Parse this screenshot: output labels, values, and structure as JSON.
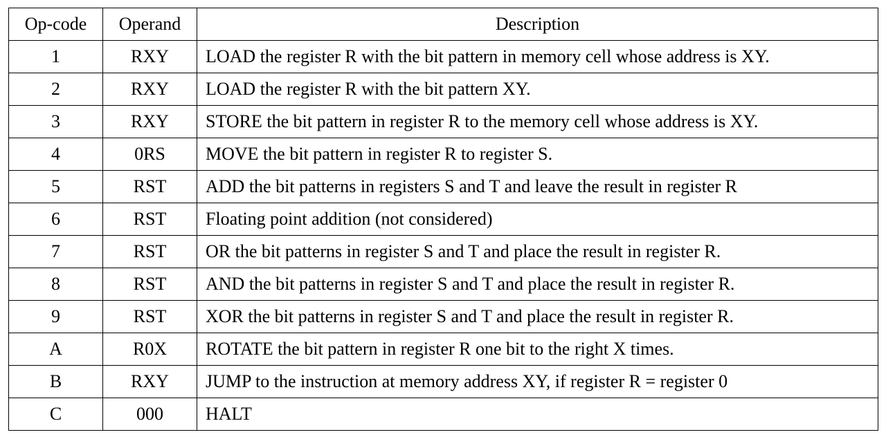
{
  "table": {
    "headers": {
      "opcode": "Op-code",
      "operand": "Operand",
      "description": "Description"
    },
    "rows": [
      {
        "opcode": "1",
        "operand": "RXY",
        "description": "LOAD the register R with the bit pattern in memory cell whose address is XY."
      },
      {
        "opcode": "2",
        "operand": "RXY",
        "description": "LOAD the register R with the bit pattern XY."
      },
      {
        "opcode": "3",
        "operand": "RXY",
        "description": "STORE the bit pattern in register R to the memory cell whose address is XY."
      },
      {
        "opcode": "4",
        "operand": "0RS",
        "description": "MOVE the bit pattern in register R to register S."
      },
      {
        "opcode": "5",
        "operand": "RST",
        "description": "ADD the bit patterns in registers S and T and leave the result in register R"
      },
      {
        "opcode": "6",
        "operand": "RST",
        "description": "Floating point addition (not considered)"
      },
      {
        "opcode": "7",
        "operand": "RST",
        "description": "OR the bit patterns in register S and T and place the result in register R."
      },
      {
        "opcode": "8",
        "operand": "RST",
        "description": "AND the bit patterns in register S and T and place the result in register R."
      },
      {
        "opcode": "9",
        "operand": "RST",
        "description": "XOR the bit patterns in register S and T and place the result in register R."
      },
      {
        "opcode": "A",
        "operand": "R0X",
        "description": "ROTATE the bit pattern in register R one bit to the right X times."
      },
      {
        "opcode": "B",
        "operand": "RXY",
        "description": "JUMP to the instruction at memory address XY, if register R = register 0"
      },
      {
        "opcode": "C",
        "operand": "000",
        "description": "HALT"
      }
    ]
  }
}
